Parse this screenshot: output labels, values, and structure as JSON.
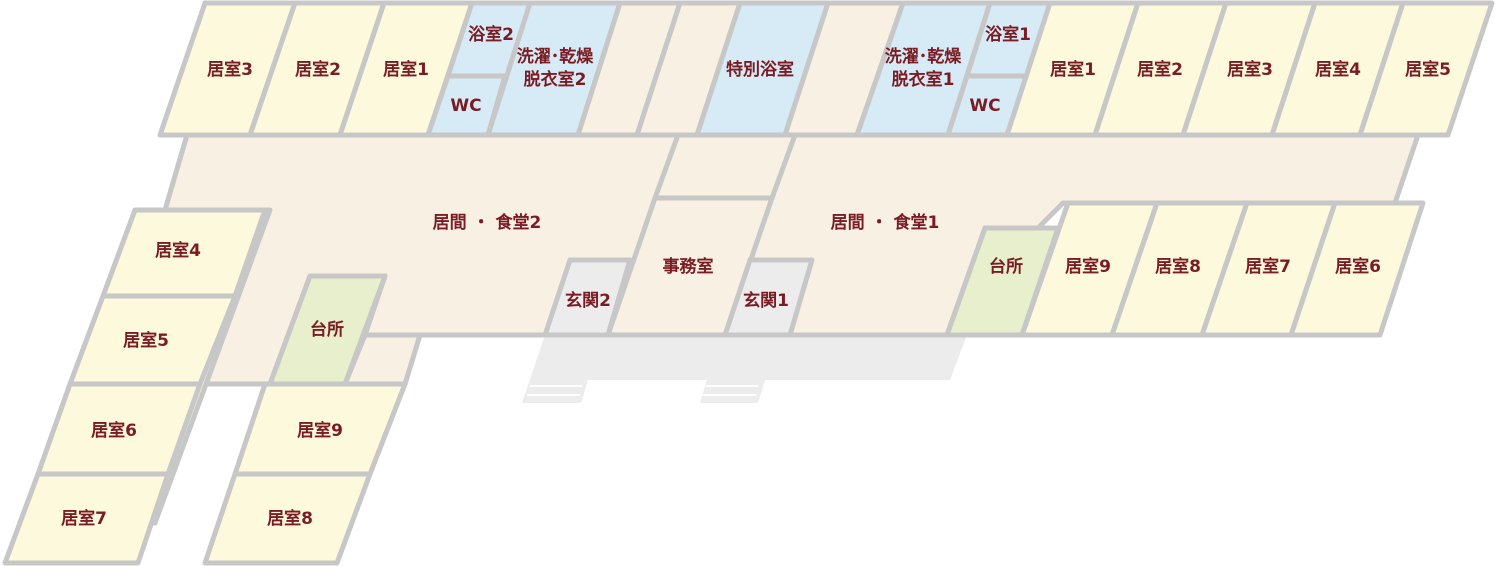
{
  "colors": {
    "room": "#fcf9dc",
    "corridor": "#f8f1e3",
    "bath": "#d6ebf6",
    "kitchen": "#e8efcd",
    "entrance": "#ececec",
    "porch": "#ececec",
    "wall": "#c7c7c7",
    "label": "#7a1c24"
  },
  "rooms": {
    "top_left_room3": "居室3",
    "top_left_room2": "居室2",
    "top_left_room1": "居室1",
    "bath2": "浴室2",
    "wc2": "WC",
    "laundry2_line1": "洗濯･乾燥",
    "laundry2_line2": "脱衣室2",
    "special_bath": "特別浴室",
    "laundry1_line1": "洗濯･乾燥",
    "laundry1_line2": "脱衣室1",
    "bath1": "浴室1",
    "wc1": "WC",
    "top_right_room1": "居室1",
    "top_right_room2": "居室2",
    "top_right_room3": "居室3",
    "top_right_room4": "居室4",
    "top_right_room5": "居室5",
    "living2": "居間 ・ 食堂2",
    "living1": "居間 ・ 食堂1",
    "office": "事務室",
    "entrance2": "玄関2",
    "entrance1": "玄関1",
    "kitchen_right": "台所",
    "right_room9": "居室9",
    "right_room8": "居室8",
    "right_room7": "居室7",
    "right_room6": "居室6",
    "left_room4": "居室4",
    "left_room5": "居室5",
    "left_room6": "居室6",
    "left_room7": "居室7",
    "kitchen_left": "台所",
    "left_room9": "居室9",
    "left_room8": "居室8"
  }
}
